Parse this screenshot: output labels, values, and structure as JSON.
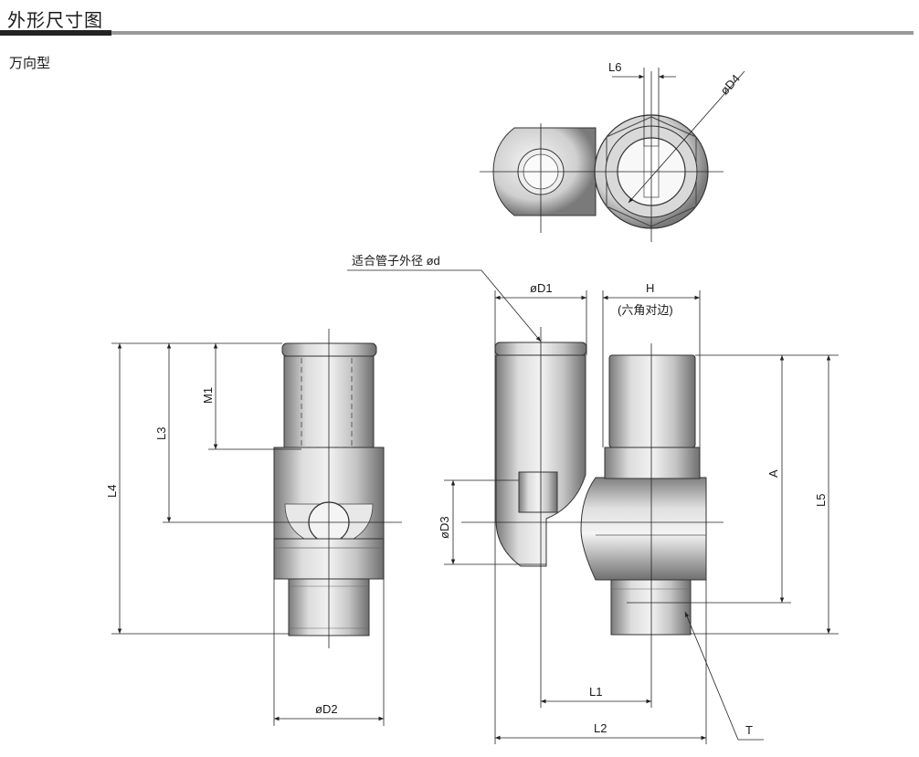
{
  "header": {
    "title": "外形尺寸图"
  },
  "subtitle": "万向型",
  "labels": {
    "L6": "L6",
    "D4": "øD4",
    "tube_od": "适合管子外径  ød",
    "D1": "øD1",
    "H": "H",
    "hex": "(六角对边)",
    "M1": "M1",
    "L3": "L3",
    "L4": "L4",
    "D3": "øD3",
    "A": "A",
    "L5": "L5",
    "L1": "L1",
    "D2": "øD2",
    "L2": "L2",
    "T": "T"
  }
}
